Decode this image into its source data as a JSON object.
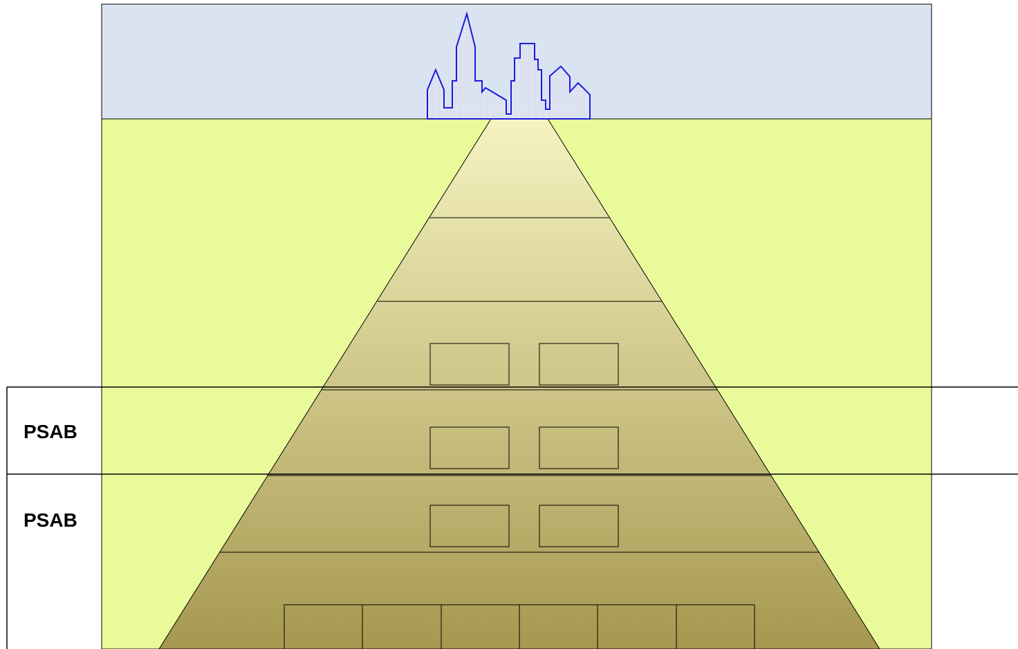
{
  "diagram": {
    "colors": {
      "sky": "#dae3f1",
      "ground": "#e9fa9b",
      "road_top": "#f6f3c0",
      "road_bottom": "#a69850",
      "city_outline": "#1a1adf",
      "city_fill": "#dfe4f2",
      "line": "#000000"
    },
    "row_labels": [
      {
        "text": "PSAB"
      },
      {
        "text": "PSAB"
      }
    ],
    "boxes_per_level": [
      0,
      0,
      2,
      2,
      2,
      6
    ]
  }
}
